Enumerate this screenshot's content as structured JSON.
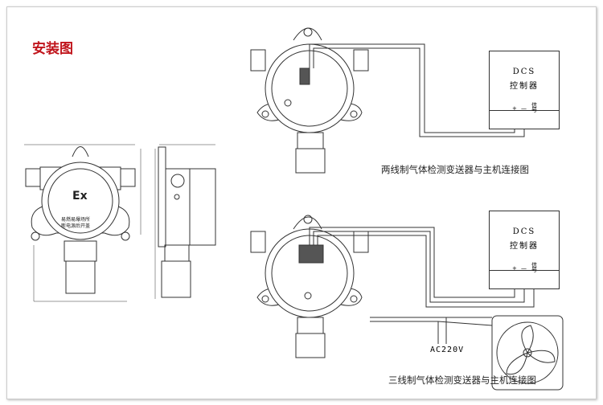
{
  "title": "安装图",
  "front_view": {
    "ex_mark": "Ex",
    "warning_line1": "易燃易爆场所",
    "warning_line2": "断电源后开盖"
  },
  "two_wire": {
    "dcs_line1": "DCS",
    "dcs_line2": "控制器",
    "terminal_plus": "+",
    "terminal_minus": "—",
    "terminal_signal": "信号",
    "caption": "两线制气体检测变送器与主机连接图"
  },
  "three_wire": {
    "dcs_line1": "DCS",
    "dcs_line2": "控制器",
    "terminal_plus": "+",
    "terminal_minus": "—",
    "terminal_signal": "信号",
    "power_label": "AC220V",
    "caption": "三线制气体检测变送器与主机连接图"
  }
}
